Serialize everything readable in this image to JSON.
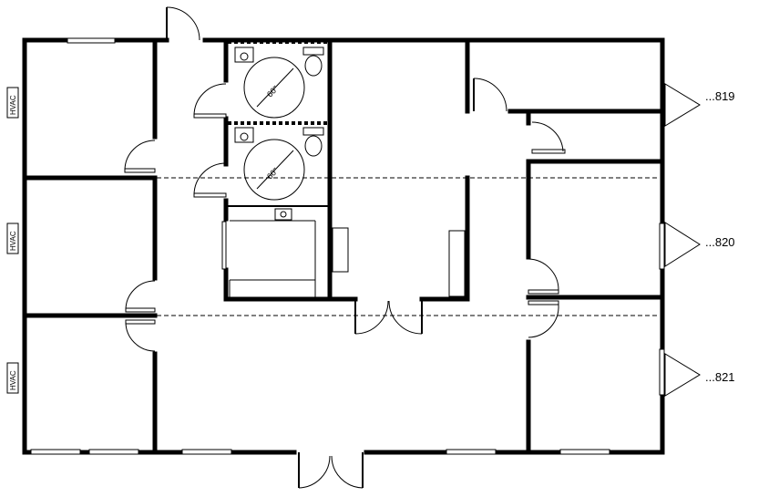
{
  "hvac_units": [
    {
      "label": "HVAC"
    },
    {
      "label": "HVAC"
    },
    {
      "label": "HVAC"
    }
  ],
  "unit_markers": [
    {
      "label": "...819"
    },
    {
      "label": "...820"
    },
    {
      "label": "...821"
    }
  ],
  "turning_circles": [
    {
      "label": "60\""
    },
    {
      "label": "60\""
    }
  ]
}
